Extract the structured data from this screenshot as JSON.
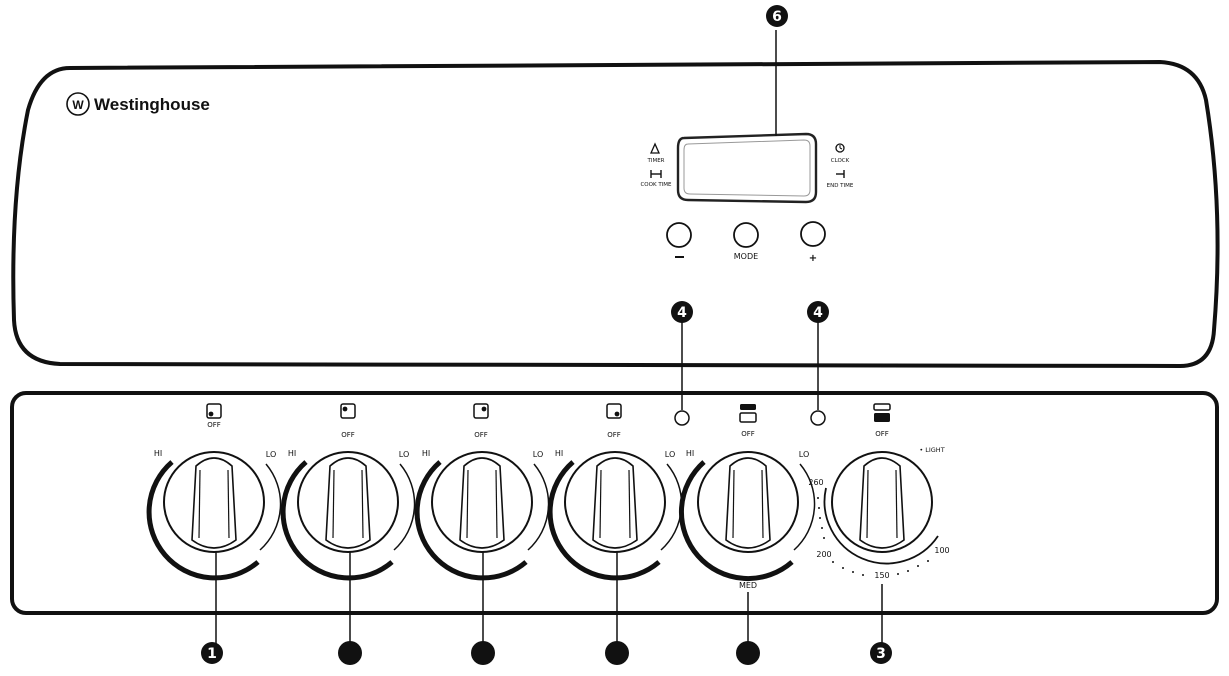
{
  "brand": {
    "name": "Westinghouse",
    "logo_letter": "W"
  },
  "display": {
    "left_labels": [
      {
        "icon": "bell-icon",
        "text": "TIMER"
      },
      {
        "icon": "cook-time-icon",
        "text": "COOK TIME"
      }
    ],
    "right_labels": [
      {
        "icon": "clock-icon",
        "text": "CLOCK"
      },
      {
        "icon": "end-time-icon",
        "text": "END TIME"
      }
    ]
  },
  "buttons": [
    {
      "id": "minus",
      "label": "−"
    },
    {
      "id": "mode",
      "label": "MODE"
    },
    {
      "id": "plus",
      "label": "+"
    }
  ],
  "callouts": {
    "display": "6",
    "indicator_left": "4",
    "indicator_right": "4",
    "knob1": "1",
    "oven": "3"
  },
  "knobs": [
    {
      "id": "rear-left",
      "off": "OFF",
      "hi": "HI",
      "lo": "LO",
      "dot": "bottom-left"
    },
    {
      "id": "front-left",
      "off": "OFF",
      "hi": "HI",
      "lo": "LO",
      "dot": "top-left"
    },
    {
      "id": "rear-right",
      "off": "OFF",
      "hi": "HI",
      "lo": "LO",
      "dot": "top-right"
    },
    {
      "id": "front-right",
      "off": "OFF",
      "hi": "HI",
      "lo": "LO",
      "dot": "bottom-right"
    },
    {
      "id": "grill",
      "off": "OFF",
      "hi": "HI",
      "lo": "LO",
      "med": "MED"
    },
    {
      "id": "oven",
      "off": "OFF",
      "light": "• LIGHT",
      "temps": [
        "260",
        "200",
        "150",
        "100"
      ]
    }
  ]
}
